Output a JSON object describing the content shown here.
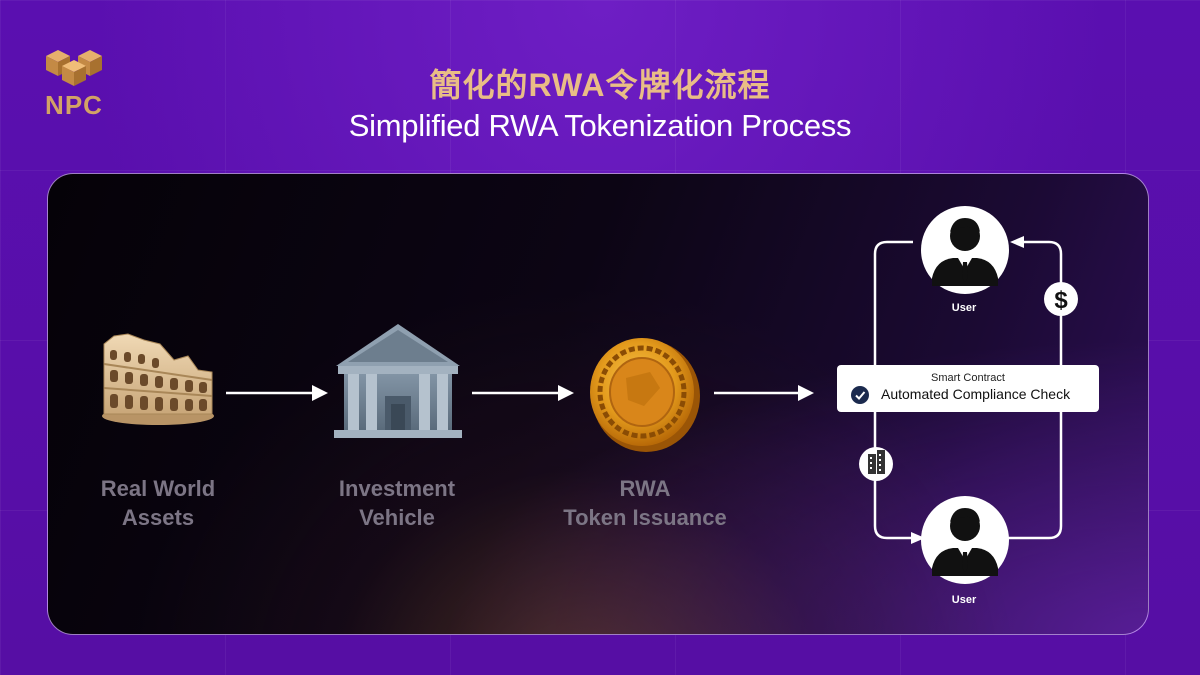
{
  "brand": {
    "logo_text": "NPC",
    "accent": "#d2a266"
  },
  "header": {
    "title_cn": "簡化的RWA令牌化流程",
    "title_en": "Simplified RWA Tokenization Process"
  },
  "stages": [
    {
      "line1": "Real World",
      "line2": "Assets",
      "icon": "colosseum-icon"
    },
    {
      "line1": "Investment",
      "line2": "Vehicle",
      "icon": "bank-building-icon"
    },
    {
      "line1": "RWA",
      "line2": "Token Issuance",
      "icon": "gold-coin-icon"
    }
  ],
  "cycle": {
    "user_top": "User",
    "user_bottom": "User",
    "contract_small": "Smart Contract",
    "contract_main": "Automated Compliance Check",
    "up_icon": "dollar-icon",
    "down_icon": "building-icon"
  },
  "colors": {
    "background": "#5a0fa8",
    "title_cn": "#e9bd86",
    "stage_label": "#7c7585",
    "contract_check": "#1b2a4e"
  }
}
